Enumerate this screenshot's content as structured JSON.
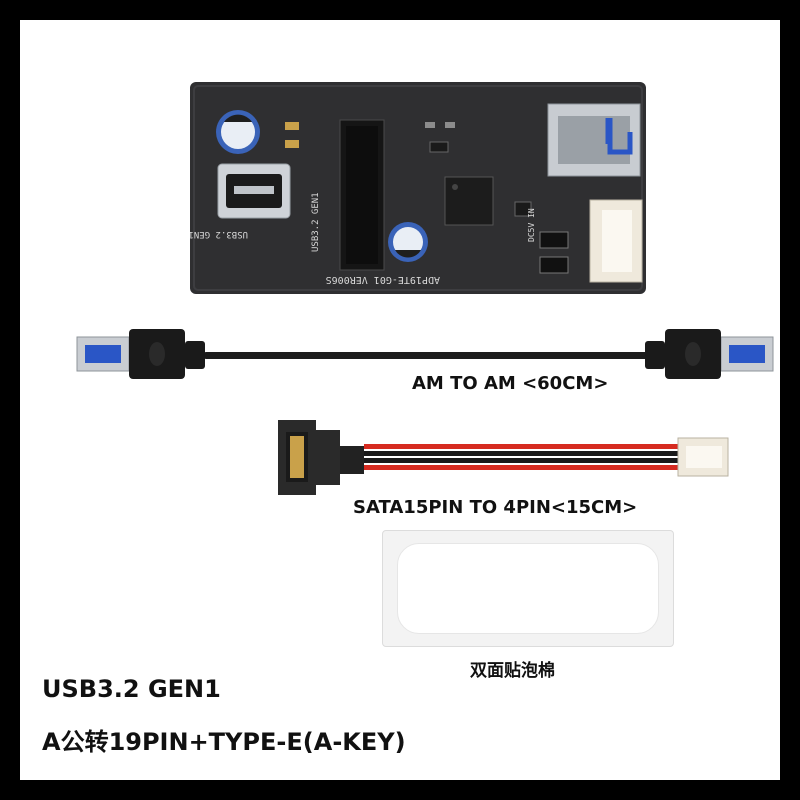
{
  "captions": {
    "usb_cable": "AM TO AM <60CM>",
    "sata_cable": "SATA15PIN TO 4PIN<15CM>",
    "foam": "双面贴泡棉",
    "title_line1": "USB3.2 GEN1",
    "title_line2": "A公转19PIN+TYPE-E(A-KEY)"
  },
  "board": {
    "silkscreen_model": "ADP19TE-G01 VER006S",
    "silkscreen_usb": "USB3.2 GEN1",
    "silkscreen_dc": "DC5V IN"
  },
  "colors": {
    "pcb": "#2f2f31",
    "usb_blue": "#2a56c6",
    "wire_red": "#d62b20",
    "wire_black": "#1a1a1a",
    "sata_black": "#222222"
  }
}
